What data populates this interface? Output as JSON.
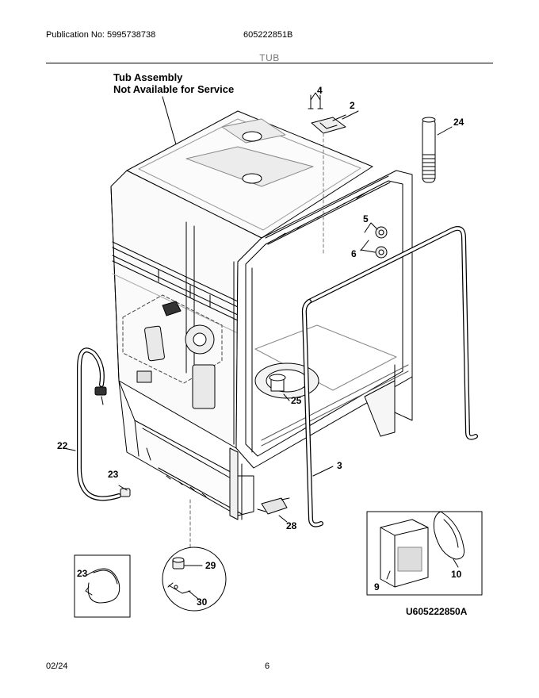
{
  "header": {
    "publication": "Publication No: 5995738738",
    "model": "605222851B",
    "section_title": "TUB"
  },
  "note": {
    "line1": "Tub Assembly",
    "line2": "Not Available for Service"
  },
  "callouts": {
    "c2": "2",
    "c3": "3",
    "c4": "4",
    "c5": "5",
    "c6": "6",
    "c9": "9",
    "c10": "10",
    "c22": "22",
    "c23a": "23",
    "c23b": "23",
    "c24": "24",
    "c25": "25",
    "c28": "28",
    "c29": "29",
    "c30": "30"
  },
  "diagram_id": "U605222850A",
  "footer": {
    "date": "02/24",
    "page": "6"
  }
}
